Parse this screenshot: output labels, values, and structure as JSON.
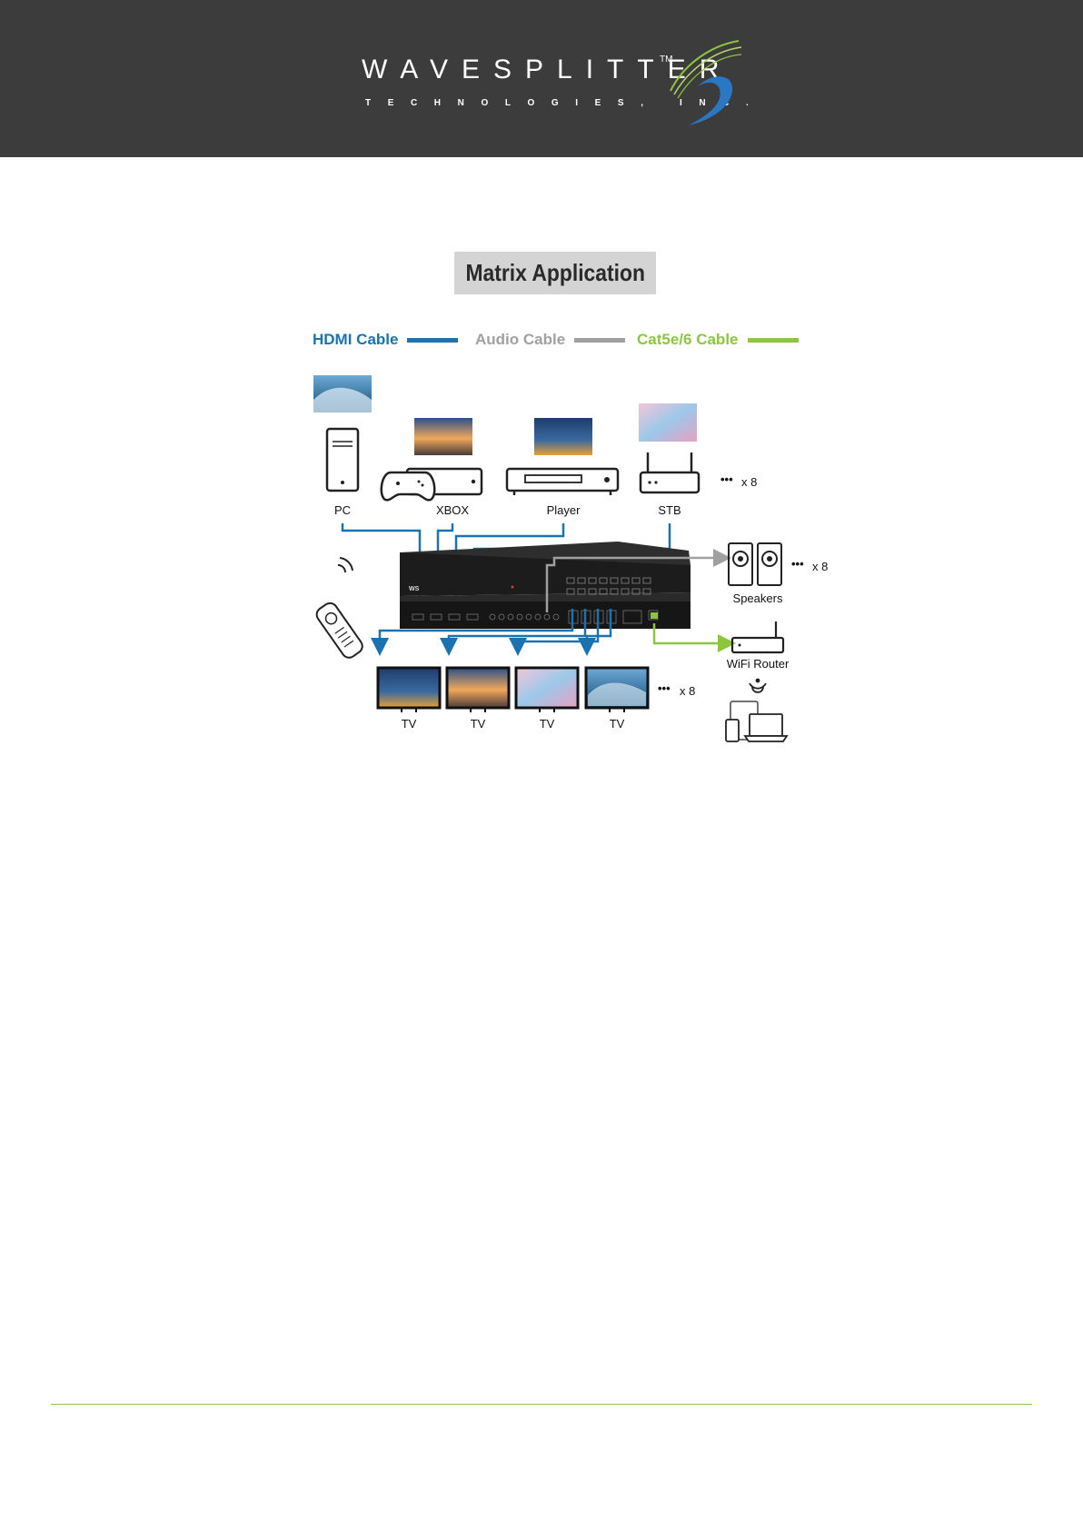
{
  "header": {
    "logo_text_main": "WAVESPLITTER",
    "logo_tm": "TM",
    "logo_text_sub": "TECHNOLOGIES, INC."
  },
  "title": "Matrix Application",
  "legend": [
    {
      "label": "HDMI Cable",
      "color": "#1a73b0"
    },
    {
      "label": "Audio Cable",
      "color": "#a0a0a0"
    },
    {
      "label": "Cat5e/6 Cable",
      "color": "#8cc63f"
    }
  ],
  "sources": [
    {
      "label": "PC"
    },
    {
      "label": "XBOX"
    },
    {
      "label": "Player"
    },
    {
      "label": "STB"
    }
  ],
  "source_multiplier": "x 8",
  "outputs": {
    "tv_label": "TV",
    "tv_multiplier": "x 8"
  },
  "speakers": {
    "label": "Speakers",
    "multiplier": "x 8"
  },
  "router": {
    "label": "WiFi Router"
  },
  "colors": {
    "header_bg": "#3c3c3c",
    "hdmi": "#1a73b0",
    "audio": "#a0a0a0",
    "cat": "#8cc63f",
    "footer_line": "#8cc63f"
  }
}
